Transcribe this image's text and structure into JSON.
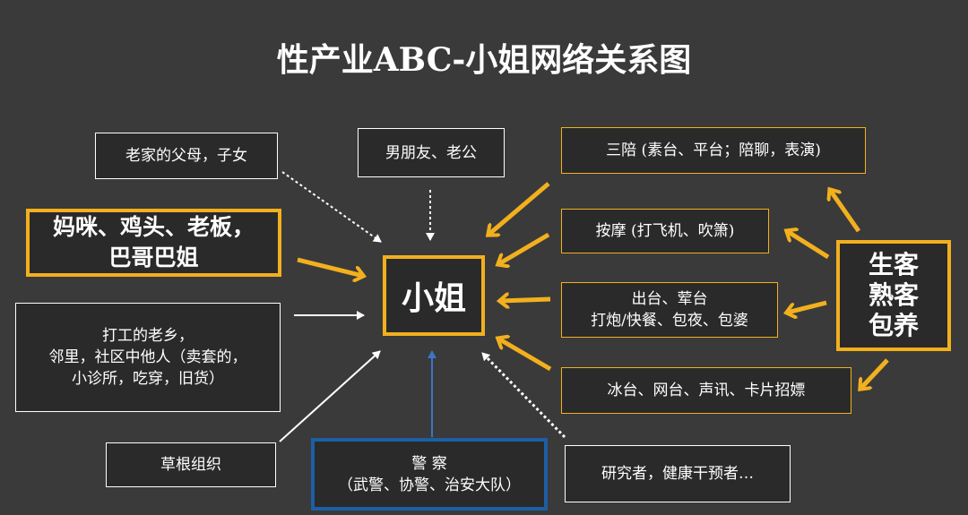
{
  "title": "性产业ABC-小姐网络关系图",
  "center": "小姐",
  "left_top": "老家的父母，子女",
  "top_center": "男朋友、老公",
  "left_madam": [
    "妈咪、鸡头、老板，",
    "巴哥巴姐"
  ],
  "left_mid": [
    "打工的老乡，",
    "邻里，社区中他人（卖套的，",
    "小诊所，吃穿，旧货）"
  ],
  "left_bottom": "草根组织",
  "police": [
    "警  察",
    "（武警、协警、治安大队）"
  ],
  "researcher": "研究者，健康干预者…",
  "services": [
    "三陪 (素台、平台；陪聊，表演)",
    "按摩 (打飞机、吹箫)",
    [
      "出台、荤台",
      "打炮/快餐、包夜、包婆"
    ],
    "冰台、网台、声讯、卡片招嫖"
  ],
  "clients": [
    "生客",
    "熟客",
    "包养"
  ],
  "colors": {
    "background": "#3a3a3a",
    "yellow": "#f2b01e",
    "blue": "#1c5fa5",
    "white": "#ffffff"
  }
}
